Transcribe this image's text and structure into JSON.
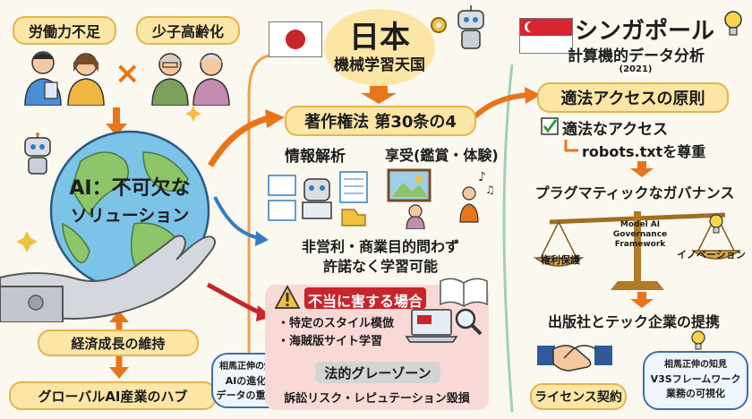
{
  "left": {
    "problem1": "労働力不足",
    "problem2": "少子高齢化",
    "times": "×",
    "globe_line1": "AI：不可欠な",
    "globe_line2": "ソリューション",
    "growth": "経済成長の維持",
    "hub": "グローバルAI産業のハブ",
    "bubble_title": "相馬正伸の知見",
    "bubble_line1": "AIの進化と",
    "bubble_line2": "データの重要性"
  },
  "japan": {
    "title": "日本",
    "subtitle": "機械学習天国",
    "law": "著作権法 第30条の4",
    "info_analysis": "情報解析",
    "enjoyment": "享受(鑑賞・体験)",
    "commercial": "非営利・商業目的問わず",
    "no_permission": "許諾なく学習可能",
    "harm_title": "不当に害する場合",
    "harm_item1": "・特定のスタイル模倣",
    "harm_item2": "・海賊版サイト学習",
    "gray_zone": "法的グレーゾーン",
    "risk": "訴訟リスク・レピュテーション毀損"
  },
  "singapore": {
    "title": "シンガポール",
    "subtitle": "計算機的データ分析",
    "year": "(2021)",
    "principle": "適法アクセスの原則",
    "lawful_access": "適法なアクセス",
    "robots": "robots.txtを尊重",
    "pragmatic": "プラグマティックなガバナンス",
    "framework_line1": "Model AI",
    "framework_line2": "Governance",
    "framework_line3": "Framework",
    "rights": "権利保護",
    "innovation": "イノベーション",
    "partnership": "出版社とテック企業の提携",
    "license": "ライセンス契約",
    "bubble_title": "相馬正伸の知見",
    "bubble_line1": "V3Sフレームワーク",
    "bubble_line2": "業務の可視化"
  },
  "colors": {
    "highlight": "#fbe6a6",
    "orange_arrow": "#e8751a",
    "blue_arrow": "#2f7fc0",
    "red": "#c8242b",
    "green_divider": "#9fd1b5",
    "harm_box": "#f9d9d6"
  },
  "icons": [
    "japan-flag-icon",
    "singapore-flag-icon",
    "robot-icon",
    "globe-icon",
    "robotic-hand-icon",
    "warning-icon",
    "checkbox-icon",
    "balance-scale-icon",
    "lightbulb-icon",
    "handshake-icon",
    "book-icon",
    "laptop-icon",
    "magnifier-icon",
    "gear-icon"
  ]
}
